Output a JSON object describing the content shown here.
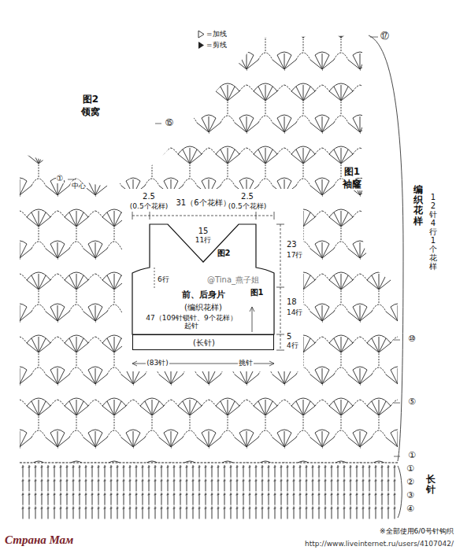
{
  "diagram": {
    "nodes": [
      {
        "text": [
          "前、后身片",
          "(编织花样)",
          "47（109针锁针、9个花样）起针"
        ]
      },
      {
        "text": [
          "(长针)"
        ]
      }
    ],
    "labels": [
      "图2",
      "领窝",
      "中心",
      "⑮",
      "①",
      "⑰",
      "图1",
      "袖窿",
      "⑩",
      "⑤",
      "①",
      "①",
      "②",
      "③",
      "④",
      "编织花样",
      "12针4行1个花样",
      "长针",
      "2.5",
      "(0.5个花样)",
      "31（6个花样）",
      "2.5",
      "(0.5个花样)",
      "15",
      "11行",
      "23",
      "17行",
      "6行",
      "图2",
      "@Tina_燕子姐",
      "图1",
      "18",
      "14行",
      "5",
      "4行",
      "(83针)",
      "挑针",
      "※全部使用6/0号针钩织",
      "Страна Мам",
      "http://www.liveinternet.ru/users/4107042/"
    ],
    "legend": [
      {
        "text": "=加线"
      },
      {
        "text": "=剪线"
      }
    ]
  }
}
